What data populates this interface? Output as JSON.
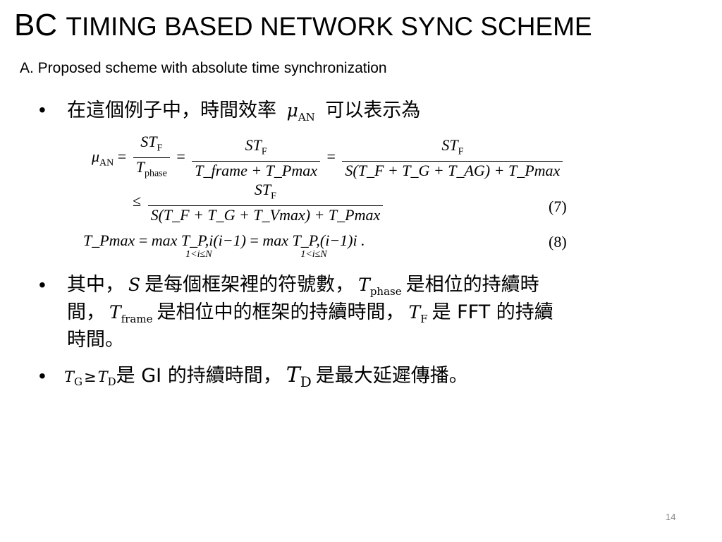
{
  "slide": {
    "title_main": "BC",
    "title_rest": "TIMING BASED NETWORK SYNC SCHEME",
    "subtitle": "A. Proposed scheme with absolute time synchronization",
    "page_number": "14"
  },
  "bullets": [
    {
      "marker": "•",
      "text_before": "在這個例子中，時間效率",
      "math": "μ",
      "math_sub": "AN",
      "text_after": "可以表示為"
    },
    {
      "marker": "•",
      "line1_a": "其中，",
      "line1_m1": "S",
      "line1_b": "是每個框架裡的符號數，",
      "line1_m2": "T",
      "line1_m2_sub": "phase",
      "line1_c": "是相位的持續時",
      "line2_a": "間，",
      "line2_m1": "T",
      "line2_m1_sub": "frame",
      "line2_b": "是相位中的框架的持續時間，",
      "line2_m2": "T",
      "line2_m2_sub": "F",
      "line2_c": "是 FFT 的持續",
      "line3": "時間。"
    },
    {
      "marker": "•",
      "m1": "T",
      "m1_sub": "G",
      "rel": "≥",
      "m2": "T",
      "m2_sub": "D",
      "text_a": "是 GI 的持續時間，",
      "m3": "T",
      "m3_sub": "D",
      "text_b": "是最大延遲傳播。"
    }
  ],
  "equations": {
    "eq1_lhs": "μ",
    "eq1_lhs_sub": "AN",
    "eq1_f1_num": "ST",
    "eq1_f1_num_sub": "F",
    "eq1_f1_den": "T",
    "eq1_f1_den_sub": "phase",
    "eq1_f2_num": "ST",
    "eq1_f2_num_sub": "F",
    "eq1_f2_den": "T_frame + T_Pmax",
    "eq1_f3_num": "ST",
    "eq1_f3_num_sub": "F",
    "eq1_f3_den": "S(T_F + T_G + T_AG) + T_Pmax",
    "eq2_rel": "≤",
    "eq2_num": "ST",
    "eq2_num_sub": "F",
    "eq2_den": "S(T_F + T_G + T_Vmax) + T_Pmax",
    "eq2_label": "(7)",
    "eq3_lhs": "T_Pmax",
    "eq3_rhs1": "max T_P,i(i−1)",
    "eq3_rhs1_under": "1<i≤N",
    "eq3_rhs2": "max T_P,(i−1)i .",
    "eq3_rhs2_under": "1<i≤N",
    "eq3_label": "(8)"
  }
}
